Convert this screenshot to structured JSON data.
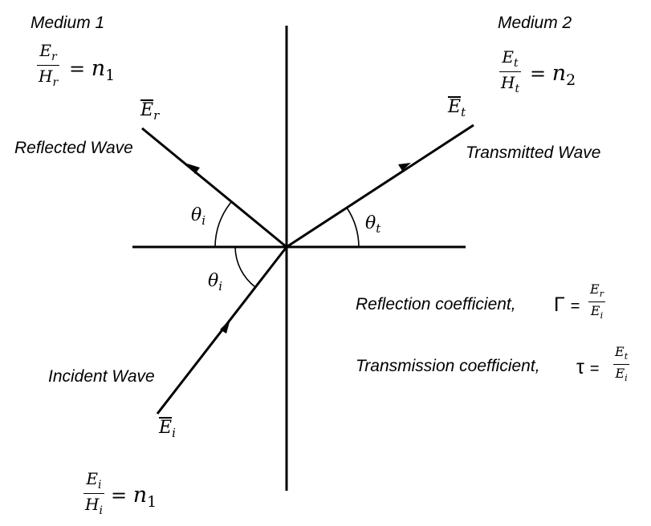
{
  "medium1": {
    "title": "Medium 1",
    "num": "Er",
    "den": "Hr",
    "eq": "=",
    "n": "n",
    "nsub": "1"
  },
  "medium2": {
    "title": "Medium 2",
    "num": "Et",
    "den": "Ht",
    "eq": "=",
    "n": "n",
    "nsub": "2"
  },
  "incident": {
    "num": "Ei",
    "den": "Hi",
    "eq": "=",
    "n": "n",
    "nsub": "1"
  },
  "vectors": {
    "reflected": {
      "base": "E",
      "sub": "r"
    },
    "transmitted": {
      "base": "E",
      "sub": "t"
    },
    "incident": {
      "base": "E",
      "sub": "i"
    }
  },
  "waves": {
    "reflected": "Reflected Wave",
    "transmitted": "Transmitted Wave",
    "incident": "Incident Wave"
  },
  "angles": {
    "theta_r": {
      "symbol": "θ",
      "sub": "i"
    },
    "theta_i": {
      "symbol": "θ",
      "sub": "i"
    },
    "theta_t": {
      "symbol": "θ",
      "sub": "t"
    }
  },
  "reflection": {
    "label": "Reflection coefficient,",
    "symbol": "Γ",
    "eq": "=",
    "num": "Er",
    "den": "Ei"
  },
  "transmission": {
    "label": "Transmission coefficient,",
    "symbol": "τ",
    "eq": "=",
    "num": "Et",
    "den": "Ei"
  }
}
